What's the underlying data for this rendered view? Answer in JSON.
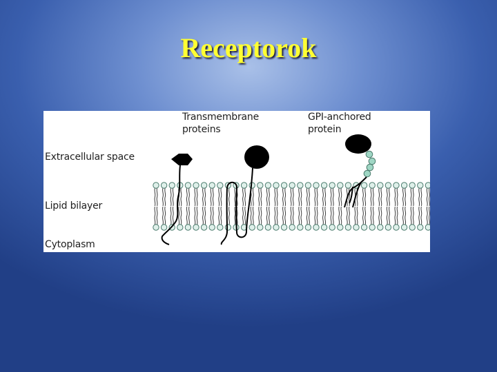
{
  "slide": {
    "title": "Receptorok"
  },
  "figure": {
    "labels": {
      "extracellular": "Extracellular space",
      "lipid": "Lipid bilayer",
      "cytoplasm": "Cytoplasm",
      "transmembrane": "Transmembrane\nproteins",
      "gpi": "GPI-anchored\nprotein"
    },
    "colors": {
      "background": "#ffffff",
      "lipid_head_fill": "#dff0ea",
      "lipid_head_stroke": "#4a7a6c",
      "gpi_bead_fill": "#9fd6c4",
      "protein": "#000000"
    }
  }
}
